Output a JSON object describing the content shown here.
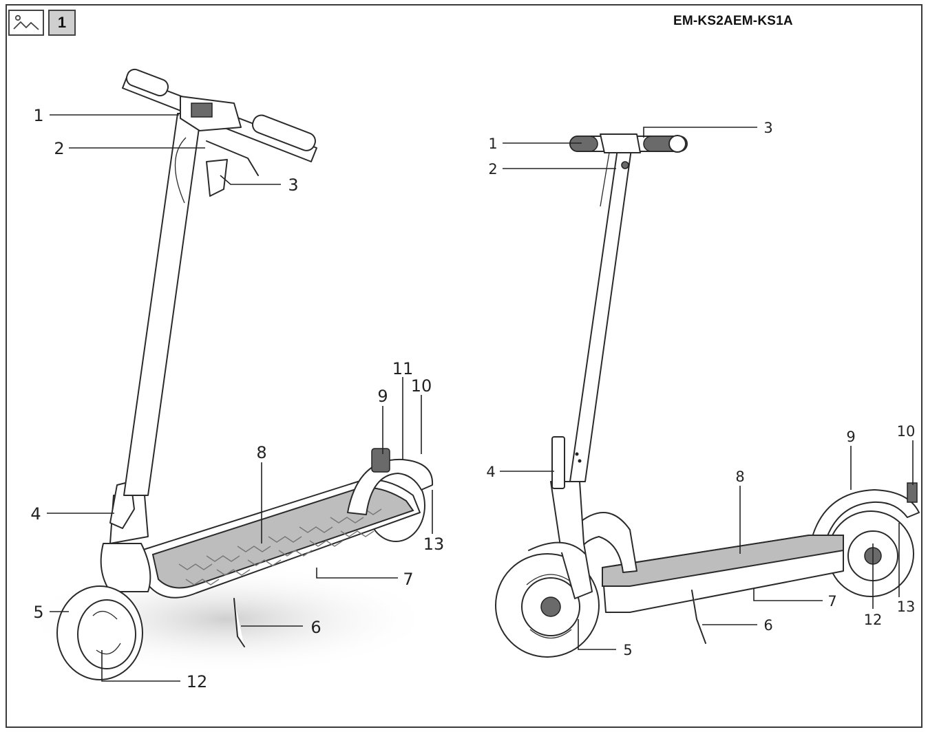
{
  "header": {
    "page_number": "1",
    "model": "EM-KS2AEM-KS1A",
    "icon": "image-icon"
  },
  "left_view": {
    "callouts": [
      "1",
      "2",
      "3",
      "4",
      "5",
      "6",
      "7",
      "8",
      "9",
      "10",
      "11",
      "12",
      "13"
    ]
  },
  "right_view": {
    "callouts": [
      "1",
      "2",
      "3",
      "4",
      "5",
      "6",
      "7",
      "8",
      "9",
      "10",
      "12",
      "13"
    ]
  }
}
